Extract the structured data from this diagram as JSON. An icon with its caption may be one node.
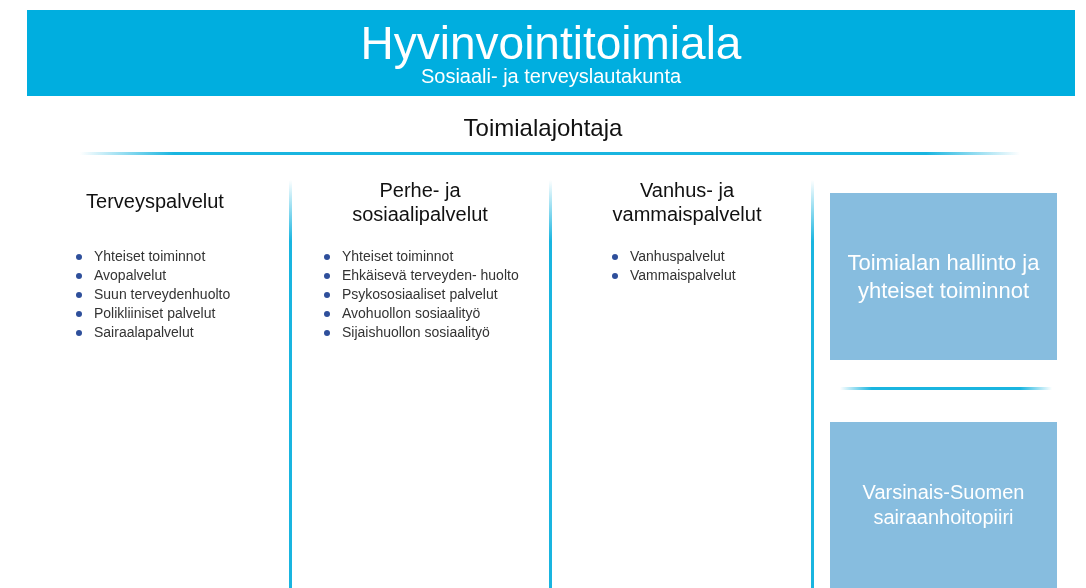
{
  "diagram": {
    "nodes": [
      {
        "text": [
          "Hyvinvointitoimiala",
          "Sosiaali- ja terveyslautakunta"
        ]
      },
      {
        "text": [
          "Toimialan hallinto ja yhteiset toiminnot"
        ]
      },
      {
        "text": [
          "Varsinais-Suomen sairaanhoitopiiri"
        ]
      }
    ],
    "labels": [
      "Toimialajohtaja",
      "Terveyspalvelut",
      "Yhteiset toiminnot",
      "Avopalvelut",
      "Suun terveydenhuolto",
      "Polikliiniset palvelut",
      "Sairaalapalvelut",
      "Perhe- ja sosiaalipalvelut",
      "Yhteiset toiminnot",
      "Ehkäisevä terveyden- huolto",
      "Psykososiaaliset palvelut",
      "Avohuollon sosiaalityö",
      "Sijaishuollon sosiaalityö",
      "Vanhus- ja vammaispalvelut",
      "Vanhuspalvelut",
      "Vammaispalvelut"
    ]
  }
}
